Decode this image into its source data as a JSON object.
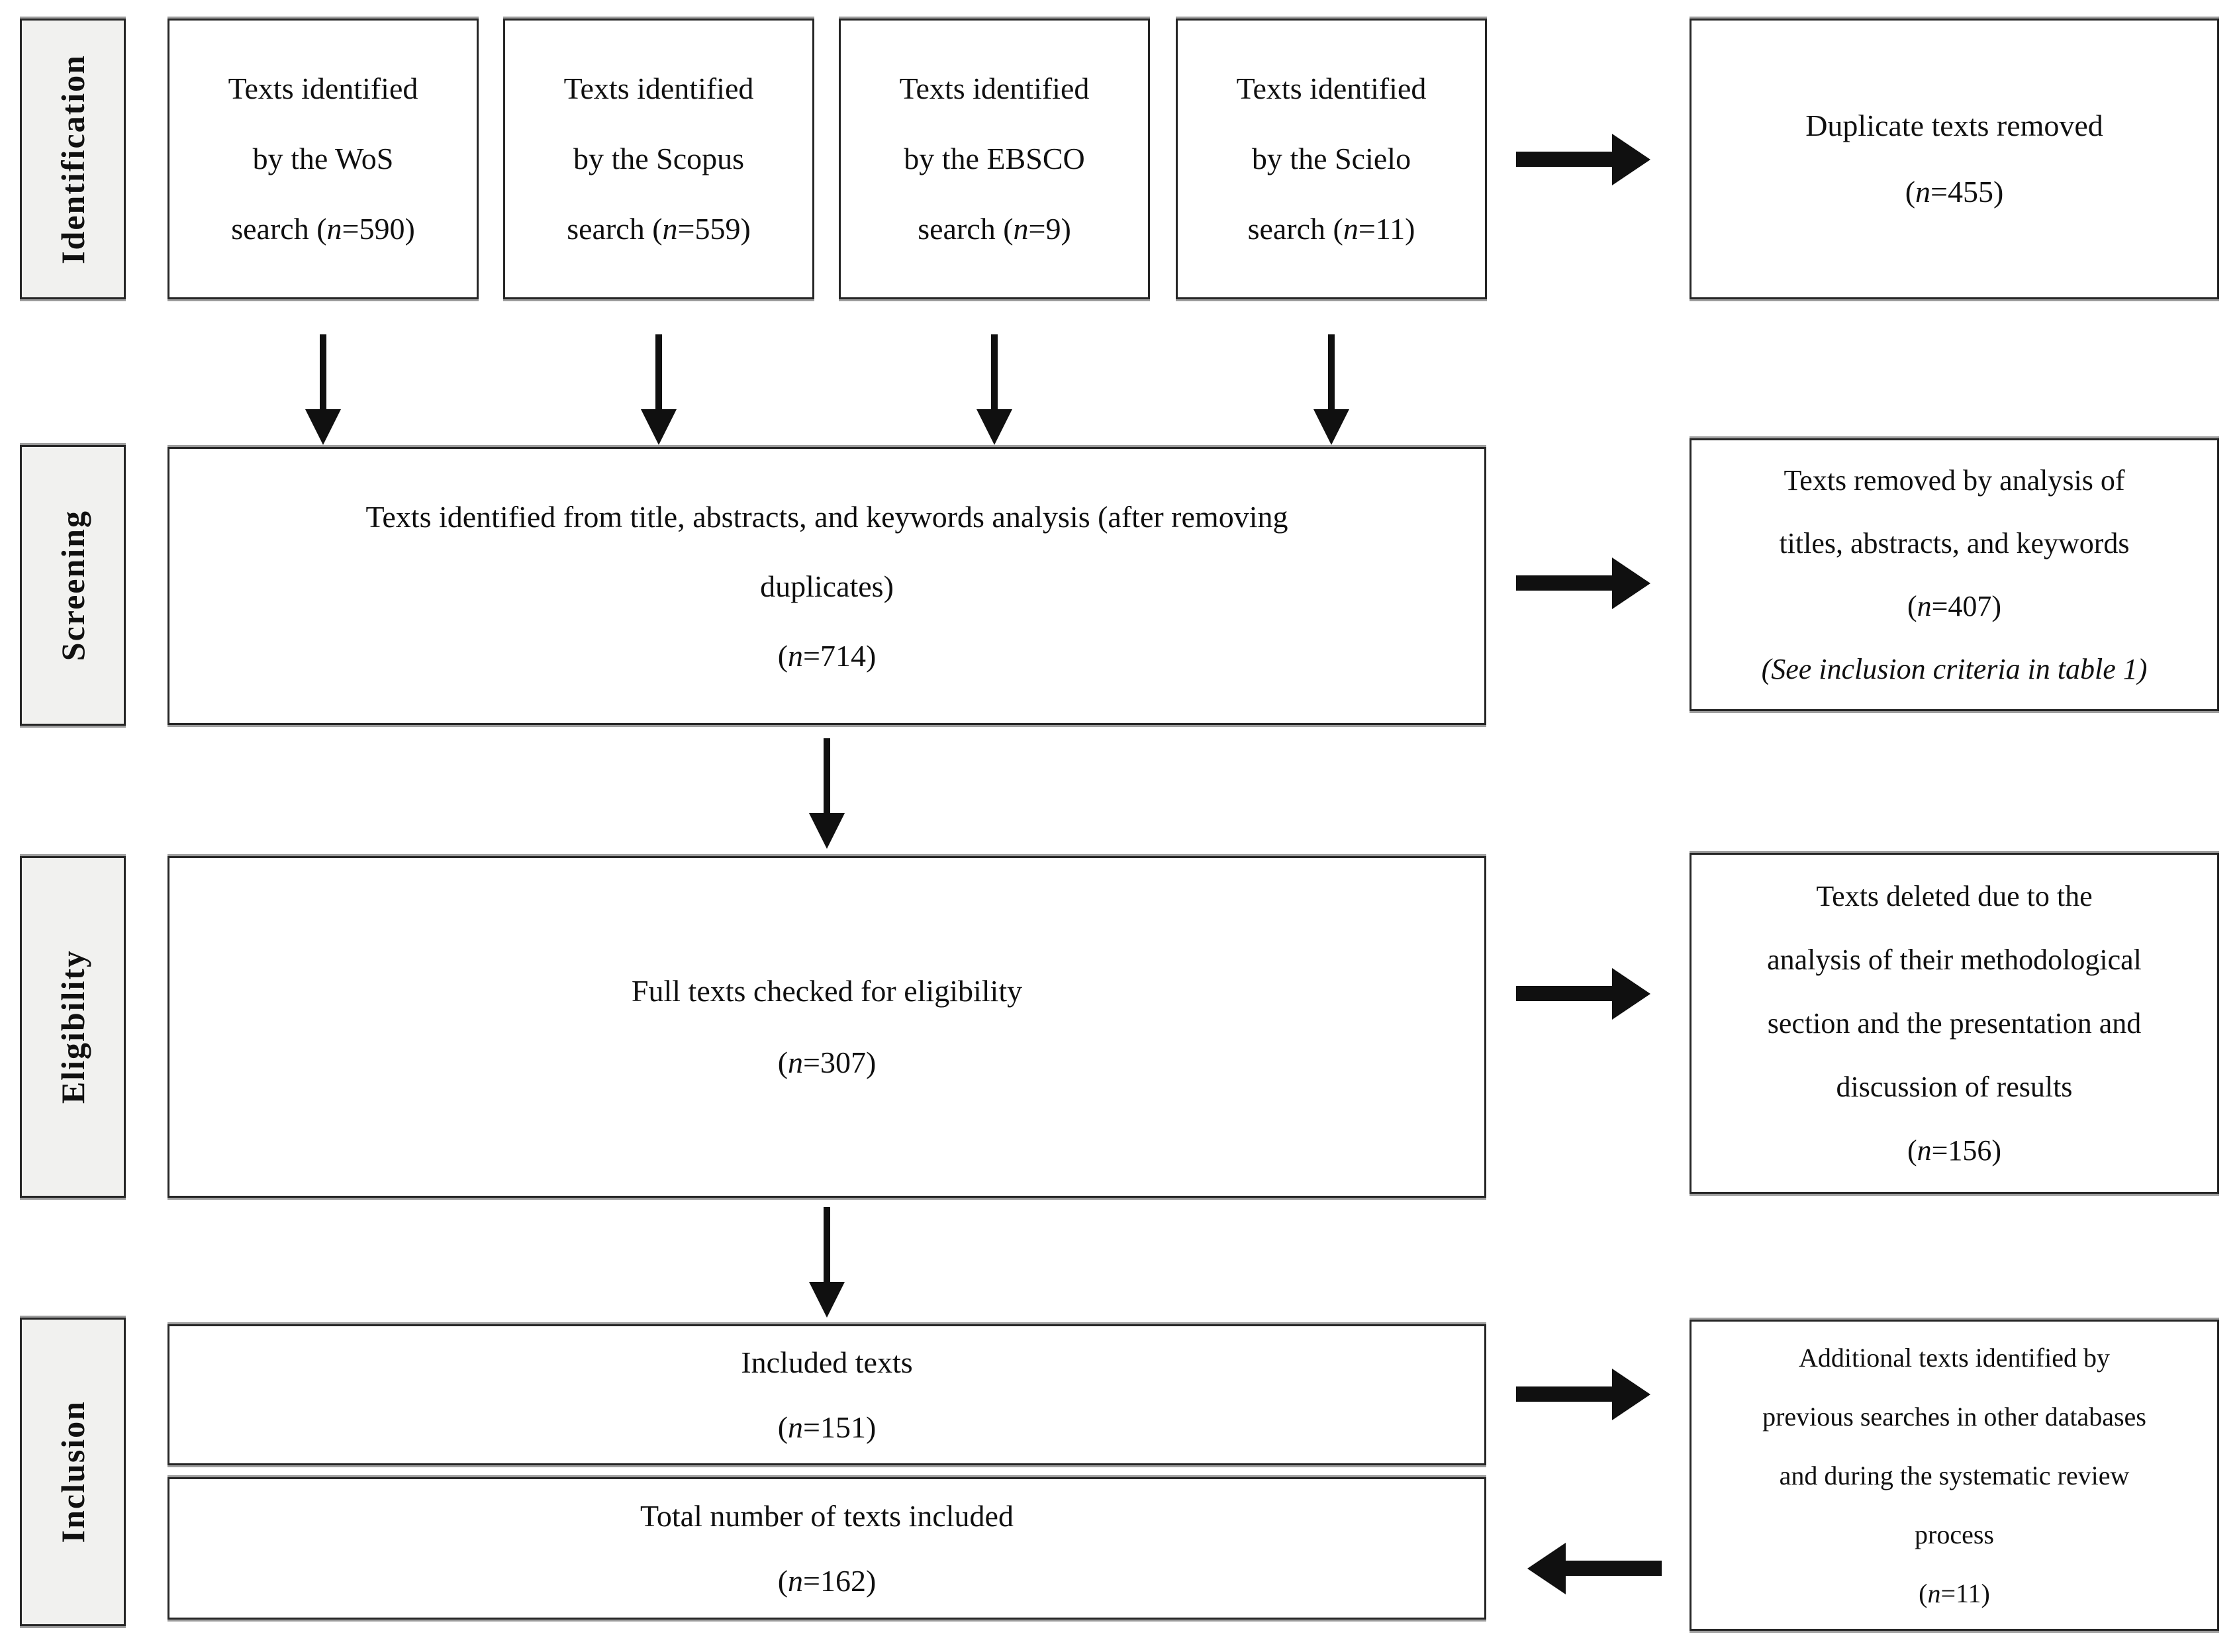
{
  "diagram": {
    "stage_labels": [
      "Identification",
      "Screening",
      "Eligibility",
      "Inclusion"
    ],
    "identification": {
      "source_boxes": [
        [
          "Texts identified",
          "by the WoS",
          "search (n=590)"
        ],
        [
          "Texts identified",
          "by the Scopus",
          "search (n=559)"
        ],
        [
          "Texts identified",
          "by the EBSCO",
          "search (n=9)"
        ],
        [
          "Texts identified",
          "by the Scielo",
          "search (n=11)"
        ]
      ],
      "duplicates_removed_box": [
        "Duplicate texts removed",
        "(n=455)"
      ]
    },
    "screening": {
      "main_box": [
        "Texts identified from title, abstracts, and keywords analysis (after removing",
        "duplicates)",
        "(n=714)"
      ],
      "removed_box": [
        "Texts removed by analysis of",
        "titles, abstracts, and keywords",
        "(n=407)",
        "(See inclusion criteria in table 1)"
      ]
    },
    "eligibility": {
      "main_box": [
        "Full texts checked for eligibility",
        "(n=307)"
      ],
      "removed_box": [
        "Texts deleted due to the",
        "analysis of their methodological",
        "section and the presentation and",
        "discussion of results",
        "(n=156)"
      ]
    },
    "inclusion": {
      "included_box": [
        "Included texts",
        "(n=151)"
      ],
      "total_box": [
        "Total number of texts included",
        "(n=162)"
      ],
      "additional_box": [
        "Additional texts identified by",
        "previous searches in other databases",
        "and during the systematic review",
        "process",
        "(n=11)"
      ]
    }
  }
}
